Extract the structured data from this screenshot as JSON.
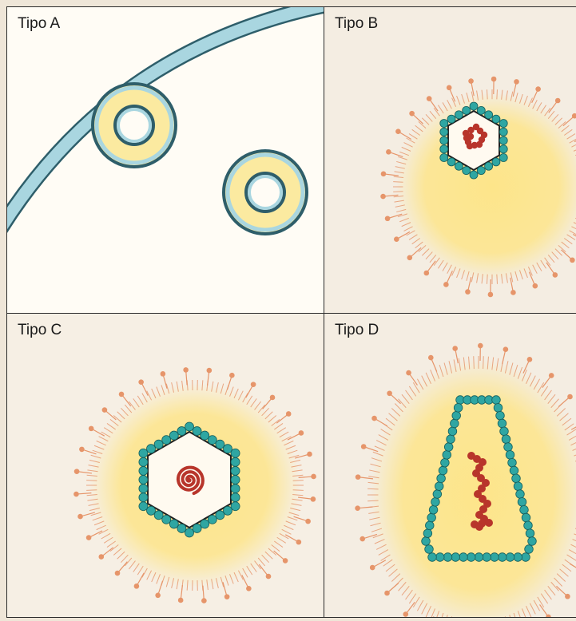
{
  "panels": {
    "a": {
      "label": "Tipo A"
    },
    "b": {
      "label": "Tipo B"
    },
    "c": {
      "label": "Tipo C"
    },
    "d": {
      "label": "Tipo D"
    }
  },
  "colors": {
    "membrane": "#a9d6e0",
    "envelope_glow": "#fde58a",
    "ring_fill": "#fbeaa0",
    "capsomere": "#2fa6a2",
    "nucleic_acid": "#b8352b",
    "spike": "#e6956a"
  }
}
